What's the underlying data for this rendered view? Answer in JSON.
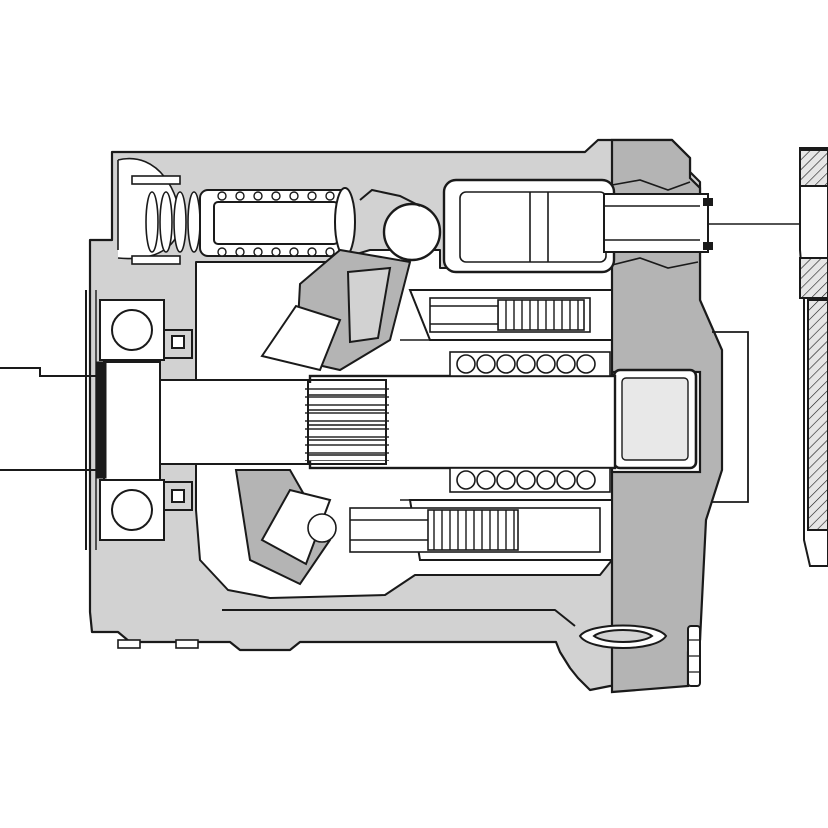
{
  "diagram": {
    "subject": "pump-cross-section",
    "colors": {
      "background": "#ffffff",
      "housing": "#d2d2d2",
      "shade": "#b4b4b4",
      "dark": "#9a9a9a",
      "line": "#1a1a1a",
      "light": "#ffffff"
    },
    "parts": [
      {
        "id": "housing-outline",
        "kind": "structure"
      },
      {
        "id": "drive-shaft",
        "kind": "shaft"
      },
      {
        "id": "shaft-bearing-front",
        "kind": "bearing"
      },
      {
        "id": "shaft-bearing-rear",
        "kind": "bearing"
      },
      {
        "id": "shaft-seal",
        "kind": "seal"
      },
      {
        "id": "stroking-spring",
        "kind": "spring"
      },
      {
        "id": "stroking-piston",
        "kind": "piston"
      },
      {
        "id": "swashplate",
        "kind": "plate"
      },
      {
        "id": "cylinder-barrel",
        "kind": "barrel"
      },
      {
        "id": "upper-piston",
        "kind": "piston"
      },
      {
        "id": "lower-piston",
        "kind": "piston"
      },
      {
        "id": "center-spring",
        "kind": "spring"
      },
      {
        "id": "spline-coupling",
        "kind": "coupling"
      },
      {
        "id": "control-piston",
        "kind": "piston"
      },
      {
        "id": "rear-bearing",
        "kind": "bearing"
      },
      {
        "id": "end-cap",
        "kind": "structure"
      },
      {
        "id": "adapter-flange",
        "kind": "structure"
      },
      {
        "id": "mounting-bolt",
        "kind": "fastener"
      }
    ]
  }
}
